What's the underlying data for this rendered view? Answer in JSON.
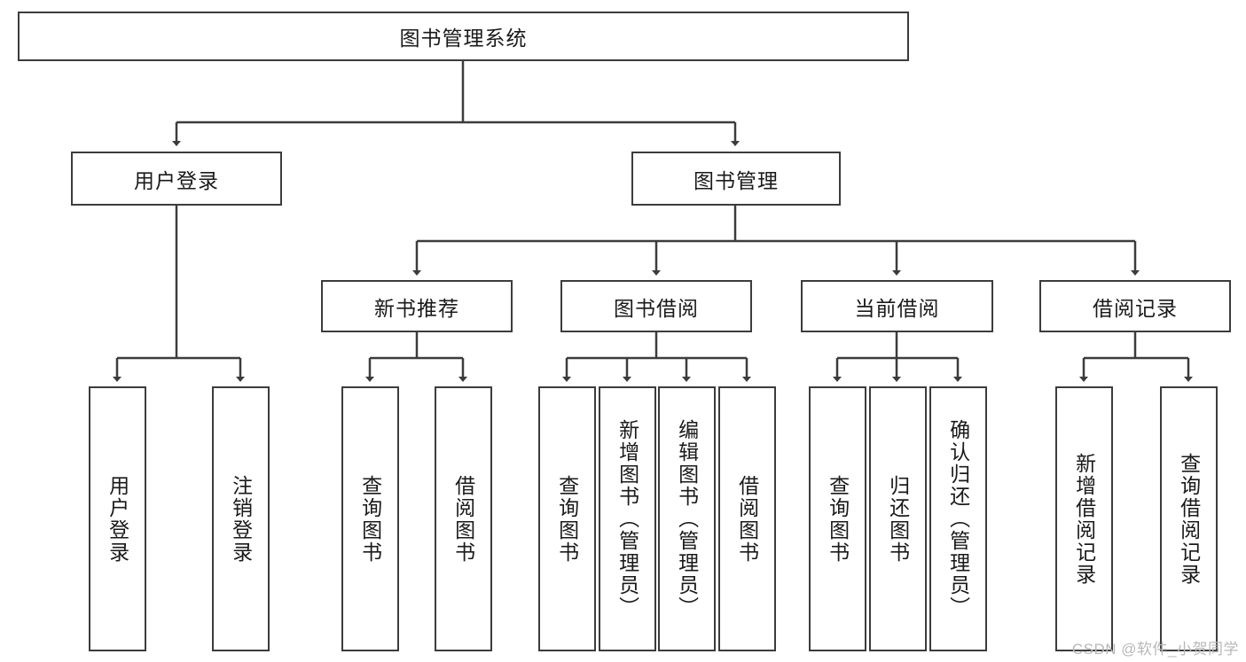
{
  "diagram": {
    "title_node": {
      "label": "图书管理系统"
    },
    "level2": [
      {
        "key": "user_login",
        "label": "用户登录"
      },
      {
        "key": "book_mgmt",
        "label": "图书管理"
      }
    ],
    "level3": [
      {
        "key": "new_book_rec",
        "label": "新书推荐"
      },
      {
        "key": "book_borrow",
        "label": "图书借阅"
      },
      {
        "key": "current_borrow",
        "label": "当前借阅"
      },
      {
        "key": "borrow_record",
        "label": "借阅记录"
      }
    ],
    "leaves": {
      "user_login": [
        {
          "key": "leaf_user_login",
          "label": "用户登录"
        },
        {
          "key": "leaf_logout",
          "label": "注销登录"
        }
      ],
      "new_book_rec": [
        {
          "key": "leaf_query_book_1",
          "label": "查询图书"
        },
        {
          "key": "leaf_borrow_book_1",
          "label": "借阅图书"
        }
      ],
      "book_borrow": [
        {
          "key": "leaf_query_book_2",
          "label": "查询图书"
        },
        {
          "key": "leaf_add_book",
          "label": "新增图书（管理员）"
        },
        {
          "key": "leaf_edit_book",
          "label": "编辑图书（管理员）"
        },
        {
          "key": "leaf_borrow_book_2",
          "label": "借阅图书"
        }
      ],
      "current_borrow": [
        {
          "key": "leaf_query_book_3",
          "label": "查询图书"
        },
        {
          "key": "leaf_return_book",
          "label": "归还图书"
        },
        {
          "key": "leaf_confirm_return",
          "label": "确认归还（管理员）"
        }
      ],
      "borrow_record": [
        {
          "key": "leaf_add_record",
          "label": "新增借阅记录"
        },
        {
          "key": "leaf_query_record",
          "label": "查询借阅记录"
        }
      ]
    }
  },
  "watermark": {
    "text": "CSDN @软件_小贺同学"
  },
  "colors": {
    "border": "#3c3c3c",
    "text": "#1a1a1a",
    "background": "#ffffff",
    "watermark": "#b8b8b8"
  }
}
